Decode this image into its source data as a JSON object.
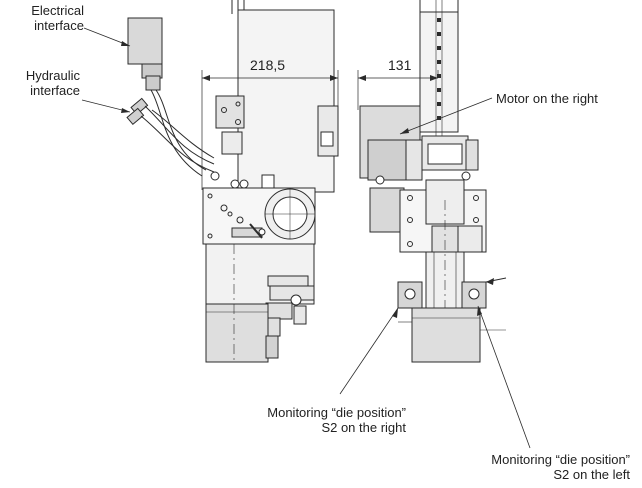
{
  "labels": {
    "electrical_interface": [
      "Electrical",
      "interface"
    ],
    "hydraulic_interface": [
      "Hydraulic",
      "interface"
    ],
    "motor_right": "Motor on the right",
    "monitoring_s2_right": [
      "Monitoring “die position”",
      "S2 on the right"
    ],
    "monitoring_s2_left": [
      "Monitoring “die position”",
      "S2 on the left"
    ]
  },
  "dimensions": {
    "width_left": "218,5",
    "width_right": "131"
  },
  "colors": {
    "line": "#2b2b2b",
    "fill_light": "#f4f4f4",
    "fill_mid": "#e2e2e2",
    "fill_dark": "#c8c8c8"
  }
}
